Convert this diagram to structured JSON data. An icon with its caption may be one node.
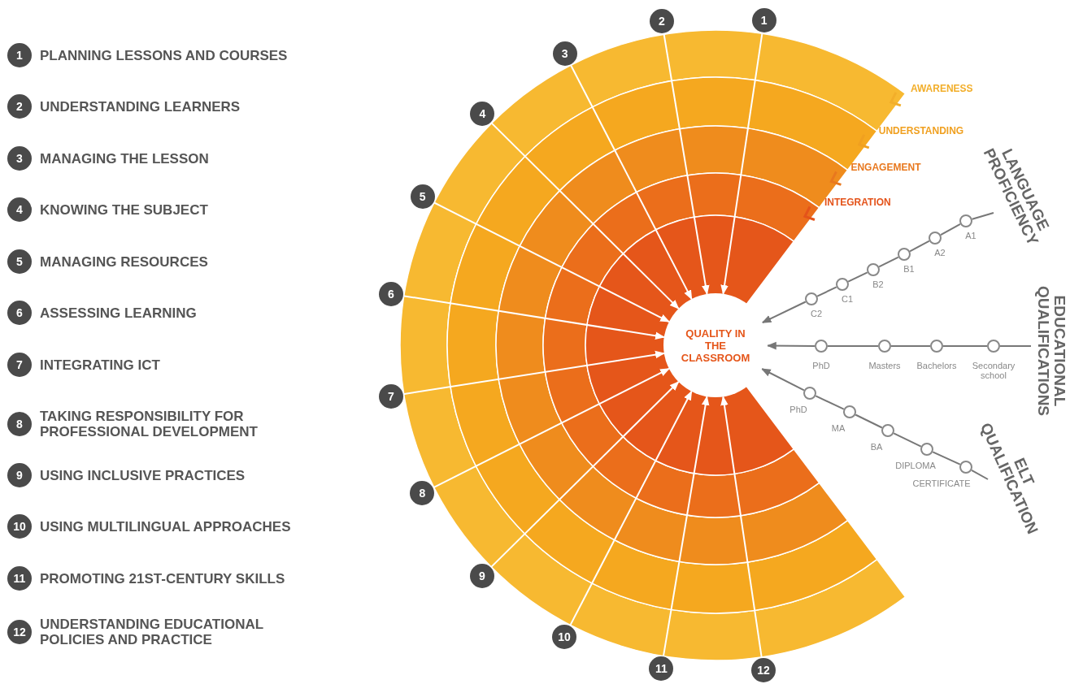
{
  "diagram": {
    "nodes": [
      {
        "text": [
          "1"
        ],
        "beside": [
          "PLANNING LESSONS AND COURSES"
        ]
      },
      {
        "text": [
          "2"
        ],
        "beside": [
          "UNDERSTANDING LEARNERS"
        ]
      },
      {
        "text": [
          "3"
        ],
        "beside": [
          "MANAGING THE LESSON"
        ]
      },
      {
        "text": [
          "4"
        ],
        "beside": [
          "KNOWING THE SUBJECT"
        ]
      },
      {
        "text": [
          "5"
        ],
        "beside": [
          "MANAGING RESOURCES"
        ]
      },
      {
        "text": [
          "6"
        ],
        "beside": [
          "ASSESSING LEARNING"
        ]
      },
      {
        "text": [
          "7"
        ],
        "beside": [
          "INTEGRATING ICT"
        ]
      },
      {
        "text": [
          "8"
        ],
        "beside": [
          "TAKING RESPONSIBILITY FOR PROFESSIONAL DEVELOPMENT"
        ]
      },
      {
        "text": [
          "9"
        ],
        "beside": [
          "USING INCLUSIVE PRACTICES"
        ]
      },
      {
        "text": [
          "10"
        ],
        "beside": [
          "USING MULTILINGUAL APPROACHES"
        ]
      },
      {
        "text": [
          "11"
        ],
        "beside": [
          "PROMOTING 21ST-CENTURY SKILLS"
        ]
      },
      {
        "text": [
          "12"
        ],
        "beside": [
          "UNDERSTANDING EDUCATIONAL POLICIES AND PRACTICE"
        ]
      },
      {
        "text": [
          "1"
        ]
      },
      {
        "text": [
          "2"
        ]
      },
      {
        "text": [
          "3"
        ]
      },
      {
        "text": [
          "4"
        ]
      },
      {
        "text": [
          "5"
        ]
      },
      {
        "text": [
          "6"
        ]
      },
      {
        "text": [
          "7"
        ]
      },
      {
        "text": [
          "8"
        ]
      },
      {
        "text": [
          "9"
        ]
      },
      {
        "text": [
          "10"
        ]
      },
      {
        "text": [
          "11"
        ]
      },
      {
        "text": [
          "12"
        ]
      },
      {
        "text": [
          "QUALITY IN THE CLASSROOM"
        ]
      },
      {
        "text": [
          "LANGUAGE PROFICIENCY"
        ]
      },
      {
        "text": [],
        "shape": "circle",
        "beside": [
          "A1"
        ]
      },
      {
        "text": [],
        "shape": "circle",
        "beside": [
          "A2"
        ]
      },
      {
        "text": [],
        "shape": "circle",
        "beside": [
          "B1"
        ]
      },
      {
        "text": [],
        "shape": "circle",
        "beside": [
          "B2"
        ]
      },
      {
        "text": [],
        "shape": "circle",
        "beside": [
          "C1"
        ]
      },
      {
        "text": [],
        "shape": "circle",
        "beside": [
          "C2"
        ]
      },
      {
        "text": [
          "EDUCATIONAL QUALIFICATIONS"
        ]
      },
      {
        "text": [],
        "shape": "circle",
        "beside": [
          "Secondary school"
        ]
      },
      {
        "text": [],
        "shape": "circle",
        "beside": [
          "Bachelors"
        ]
      },
      {
        "text": [],
        "shape": "circle",
        "beside": [
          "Masters"
        ]
      },
      {
        "text": [],
        "shape": "circle",
        "beside": [
          "PhD"
        ]
      },
      {
        "text": [
          "ELT QUALIFICATION"
        ]
      },
      {
        "text": [],
        "shape": "circle",
        "beside": [
          "CERTIFICATE"
        ]
      },
      {
        "text": [],
        "shape": "circle",
        "beside": [
          "DIPLOMA"
        ]
      },
      {
        "text": [],
        "shape": "circle",
        "beside": [
          "BA"
        ]
      },
      {
        "text": [],
        "shape": "circle",
        "beside": [
          "MA"
        ]
      },
      {
        "text": [],
        "shape": "circle",
        "beside": [
          "PhD"
        ]
      }
    ],
    "edges": [
      {
        "from": 12,
        "to": 24,
        "arrow": "to",
        "color": "#ffffff"
      },
      {
        "from": 13,
        "to": 24,
        "arrow": "to",
        "color": "#ffffff"
      },
      {
        "from": 14,
        "to": 24,
        "arrow": "to",
        "color": "#ffffff"
      },
      {
        "from": 15,
        "to": 24,
        "arrow": "to",
        "color": "#ffffff"
      },
      {
        "from": 16,
        "to": 24,
        "arrow": "to",
        "color": "#ffffff"
      },
      {
        "from": 17,
        "to": 24,
        "arrow": "to",
        "color": "#ffffff"
      },
      {
        "from": 18,
        "to": 24,
        "arrow": "to",
        "color": "#ffffff"
      },
      {
        "from": 19,
        "to": 24,
        "arrow": "to",
        "color": "#ffffff"
      },
      {
        "from": 20,
        "to": 24,
        "arrow": "to",
        "color": "#ffffff"
      },
      {
        "from": 21,
        "to": 24,
        "arrow": "to",
        "color": "#ffffff"
      },
      {
        "from": 22,
        "to": 24,
        "arrow": "to",
        "color": "#ffffff"
      },
      {
        "from": 23,
        "to": 24,
        "arrow": "to",
        "color": "#ffffff"
      },
      {
        "from": 25,
        "to": 26,
        "arrow": "none"
      },
      {
        "from": 26,
        "to": 27,
        "arrow": "none"
      },
      {
        "from": 27,
        "to": 28,
        "arrow": "none"
      },
      {
        "from": 28,
        "to": 29,
        "arrow": "none"
      },
      {
        "from": 29,
        "to": 30,
        "arrow": "none"
      },
      {
        "from": 30,
        "to": 31,
        "arrow": "none"
      },
      {
        "from": 31,
        "to": 24,
        "arrow": "to"
      },
      {
        "from": 32,
        "to": 33,
        "arrow": "none"
      },
      {
        "from": 33,
        "to": 34,
        "arrow": "none"
      },
      {
        "from": 34,
        "to": 35,
        "arrow": "none"
      },
      {
        "from": 35,
        "to": 36,
        "arrow": "none"
      },
      {
        "from": 36,
        "to": 24,
        "arrow": "to"
      },
      {
        "from": 37,
        "to": 38,
        "arrow": "none"
      },
      {
        "from": 38,
        "to": 39,
        "arrow": "none"
      },
      {
        "from": 39,
        "to": 40,
        "arrow": "none"
      },
      {
        "from": 40,
        "to": 41,
        "arrow": "none"
      },
      {
        "from": 41,
        "to": 42,
        "arrow": "none"
      },
      {
        "from": 42,
        "to": 24,
        "arrow": "to"
      }
    ],
    "labels": [
      "AWARENESS",
      "UNDERSTANDING",
      "ENGAGEMENT",
      "INTEGRATION"
    ]
  }
}
